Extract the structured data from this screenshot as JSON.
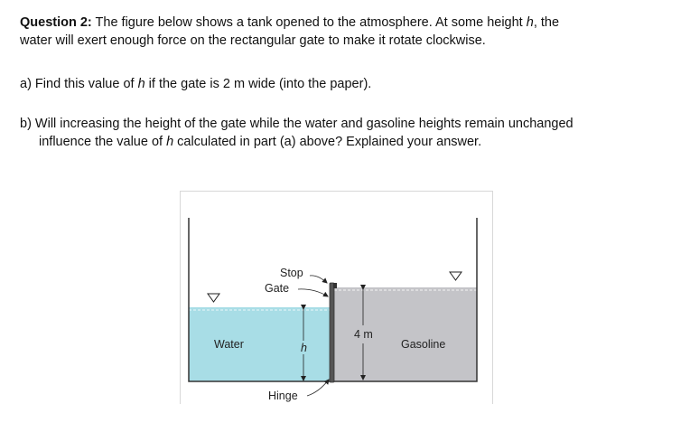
{
  "question": {
    "number_label": "Question 2:",
    "intro_line1": "The figure below shows a tank opened to the atmosphere.  At some height ",
    "intro_var": "h",
    "intro_line1_end": ", the",
    "intro_line2": "water will exert enough force on the rectangular gate to make it rotate clockwise."
  },
  "part_a": {
    "prefix": "a) Find this value of ",
    "var": "h",
    "suffix": " if the gate is 2 m wide (into the paper)."
  },
  "part_b": {
    "line1": "b) Will increasing the height of the gate while the water and gasoline heights remain unchanged",
    "line2_prefix": "influence the value of ",
    "var": "h",
    "line2_suffix": " calculated in part (a) above?  Explained your answer."
  },
  "figure": {
    "labels": {
      "stop": "Stop",
      "gate": "Gate",
      "water": "Water",
      "h": "h",
      "four_m": "4 m",
      "gasoline": "Gasoline",
      "hinge": "Hinge"
    },
    "colors": {
      "water": "#a8dde6",
      "gasoline": "#c4c4c8",
      "gate": "#555555",
      "tank_wall": "#333333"
    }
  }
}
